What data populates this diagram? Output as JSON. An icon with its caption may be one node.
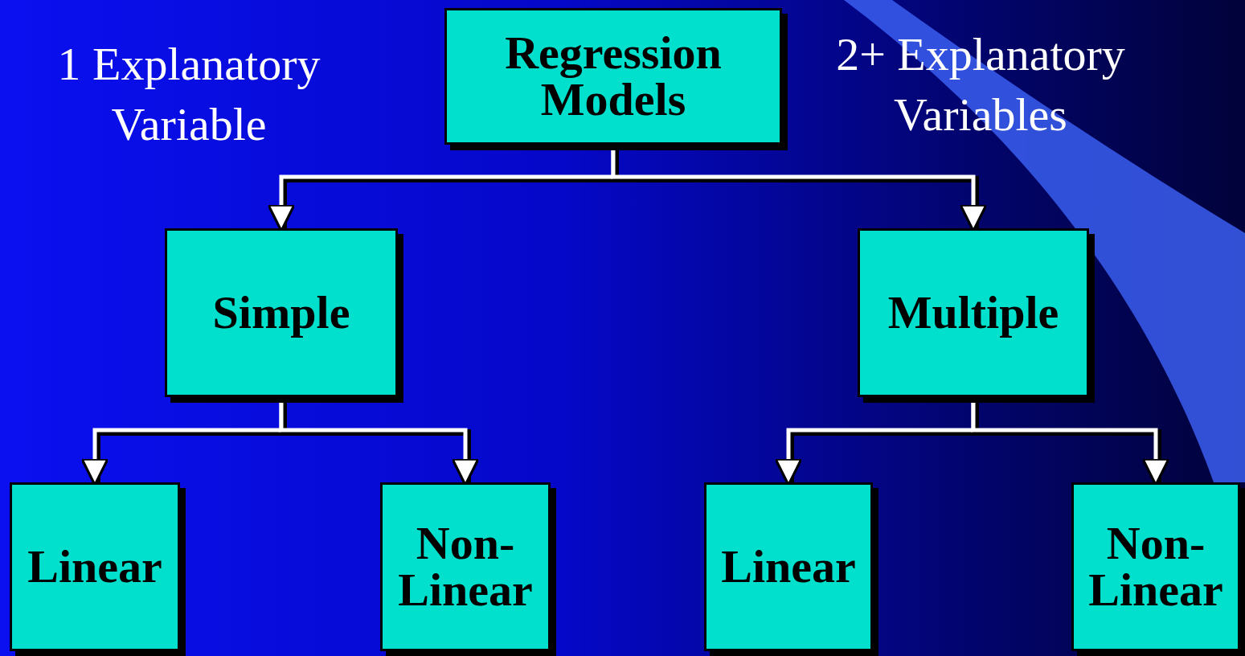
{
  "diagram": {
    "nodes": [
      {
        "text": [
          "Regression Models"
        ]
      },
      {
        "text": [
          "Simple"
        ]
      },
      {
        "text": [
          "Multiple"
        ]
      },
      {
        "text": [
          "Linear"
        ]
      },
      {
        "text": [
          "Non-Linear"
        ]
      },
      {
        "text": [
          "Linear"
        ]
      },
      {
        "text": [
          "Non-Linear"
        ]
      }
    ],
    "edges": [
      {
        "from": 0,
        "to": 1,
        "arrow": "to"
      },
      {
        "from": 0,
        "to": 2,
        "arrow": "to"
      },
      {
        "from": 1,
        "to": 3,
        "arrow": "to"
      },
      {
        "from": 1,
        "to": 4,
        "arrow": "to"
      },
      {
        "from": 2,
        "to": 5,
        "arrow": "to"
      },
      {
        "from": 2,
        "to": 6,
        "arrow": "to"
      }
    ],
    "labels": [
      "1 Explanatory Variable",
      "2+ Explanatory Variables"
    ]
  }
}
